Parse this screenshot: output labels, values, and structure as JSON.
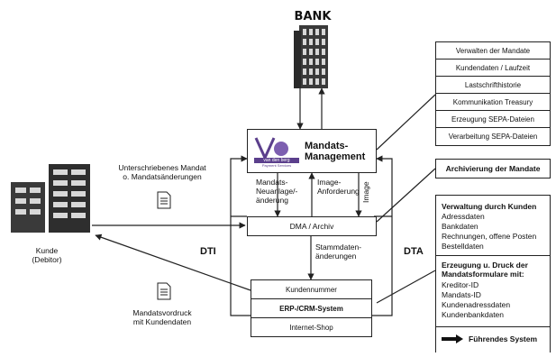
{
  "bank": {
    "label": "BANK"
  },
  "mandate_mgmt": {
    "title_line1": "Mandats-",
    "title_line2": "Management",
    "logo_text": "van den berg",
    "logo_sub": "Payment Services"
  },
  "dma": {
    "label": "DMA / Archiv"
  },
  "flows": {
    "new_mandate_1": "Mandats-",
    "new_mandate_2": "Neuanlage/-",
    "new_mandate_3": "änderung",
    "image_req_1": "Image-",
    "image_req_2": "Anforderung",
    "image": "Image",
    "master_1": "Stammdaten-",
    "master_2": "änderungen",
    "dti": "DTI",
    "dta": "DTA"
  },
  "erp": {
    "row1": "Kundennummer",
    "row2": "ERP-/CRM-System",
    "row3": "Internet-Shop"
  },
  "customer": {
    "line1": "Kunde",
    "line2": "(Debitor)"
  },
  "doc_top": {
    "line1": "Unterschriebenes Mandat",
    "line2": "o. Mandatsänderungen"
  },
  "doc_bottom": {
    "line1": "Mandatsvordruck",
    "line2": "mit Kundendaten"
  },
  "functions": [
    "Verwalten der Mandate",
    "Kundendaten / Laufzeit",
    "Lastschrifthistorie",
    "Kommunikation Treasury",
    "Erzeugung SEPA-Dateien",
    "Verarbeitung SEPA-Dateien"
  ],
  "archive": {
    "label": "Archivierung der Mandate"
  },
  "customer_mgmt": {
    "title": "Verwaltung durch Kunden",
    "items": [
      "Adressdaten",
      "Bankdaten",
      "Rechnungen, offene Posten",
      "Bestelldaten"
    ]
  },
  "forms": {
    "title_1": "Erzeugung u. Druck der",
    "title_2": "Mandatsformulare mit:",
    "items": [
      "Kreditor-ID",
      "Mandats-ID",
      "Kundenadressdaten",
      "Kundenbankdaten"
    ]
  },
  "legend": {
    "label": "Führendes System"
  }
}
